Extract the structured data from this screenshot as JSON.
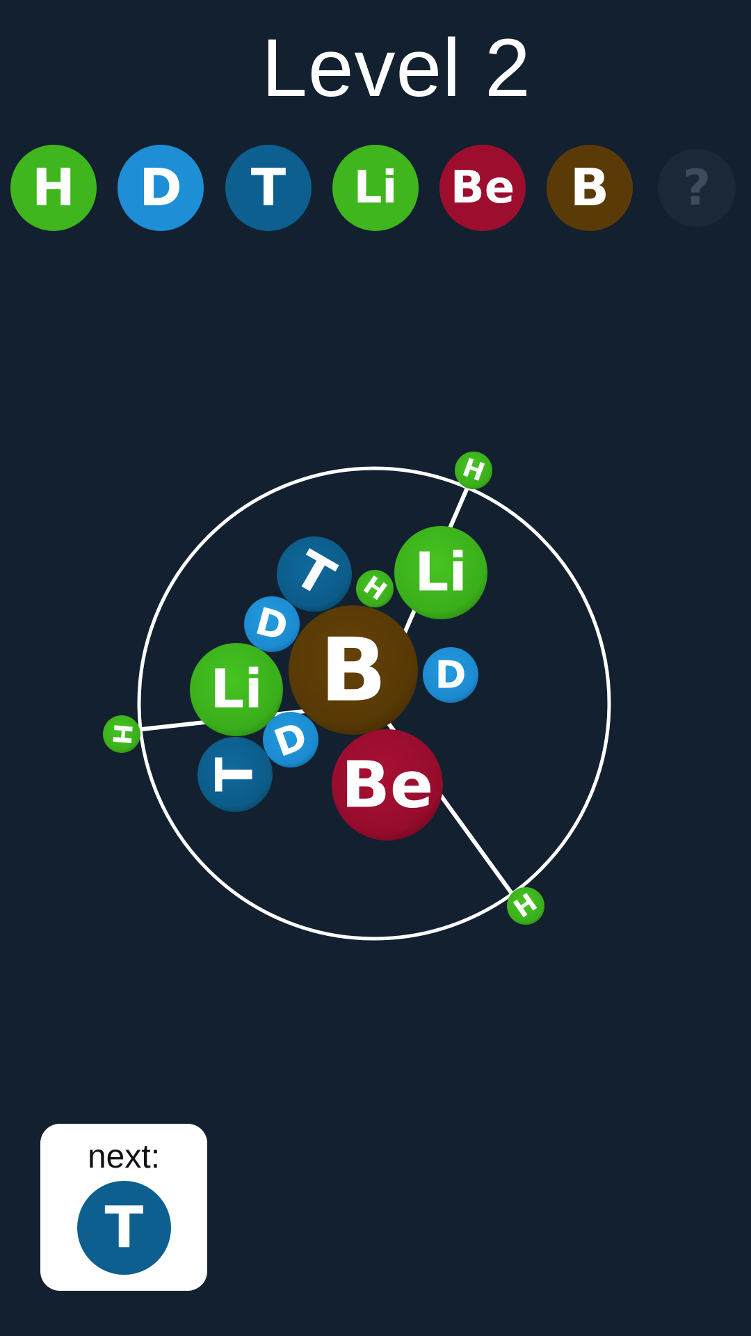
{
  "title": "Level 2",
  "elements": {
    "H": {
      "label": "H",
      "color": "#3fb51e",
      "edge": "#2a8a12"
    },
    "D": {
      "label": "D",
      "color": "#1e8fd6",
      "edge": "#136aa6"
    },
    "T": {
      "label": "T",
      "color": "#0d5f8f",
      "edge": "#0a4a70"
    },
    "Li": {
      "label": "Li",
      "color": "#3fb51e",
      "edge": "#2a8a12"
    },
    "Be": {
      "label": "Be",
      "color": "#9c0d2e",
      "edge": "#740920"
    },
    "B": {
      "label": "B",
      "color": "#5a3a06",
      "edge": "#452c04"
    }
  },
  "discovered": [
    "H",
    "D",
    "T",
    "Li",
    "Be",
    "B"
  ],
  "locked_slot": {
    "label": "?"
  },
  "next": {
    "label": "next:",
    "element": "T"
  },
  "colors": {
    "background": "#13202f",
    "ring": "#ffffff",
    "locked": "#1a2838"
  }
}
